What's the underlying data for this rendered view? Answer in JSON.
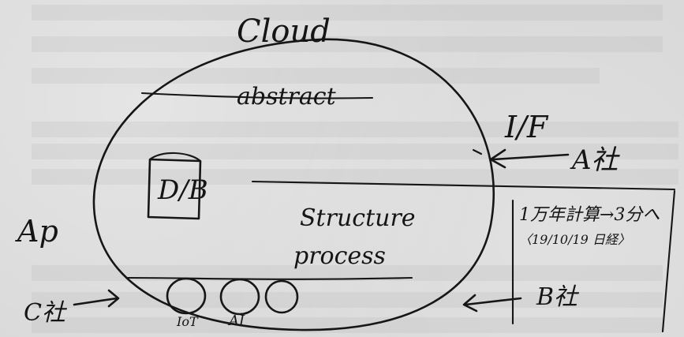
{
  "diagram": {
    "cloud_label": "Cloud",
    "abstract_label": "abstract",
    "if_label": "I/F",
    "a_company_label": "A社",
    "database_label": "D/B",
    "structure_label": "Structure",
    "process_label": "process",
    "ap_label": "Ap",
    "b_company_label": "B社",
    "c_company_label": "C社",
    "iot_label": "IoT",
    "ai_label": "AI",
    "note_line1": "1万年計算→3分へ",
    "note_line2": "〈19/10/19 日経〉"
  }
}
